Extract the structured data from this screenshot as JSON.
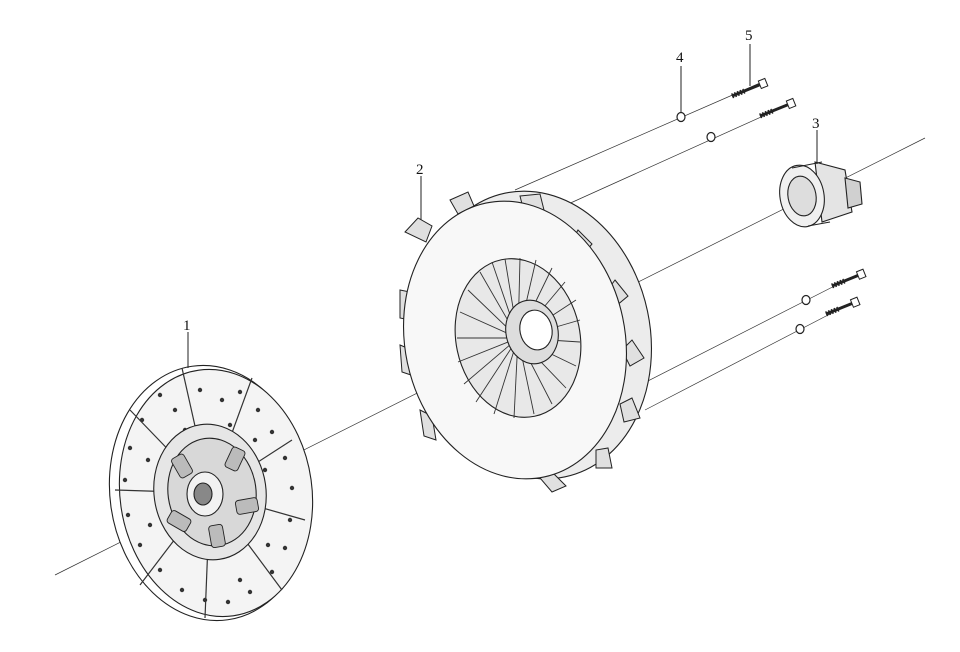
{
  "diagram": {
    "callouts": [
      {
        "id": "1",
        "label": "1"
      },
      {
        "id": "2",
        "label": "2"
      },
      {
        "id": "3",
        "label": "3"
      },
      {
        "id": "4",
        "label": "4"
      },
      {
        "id": "5",
        "label": "5"
      }
    ],
    "line_color": "#222222",
    "background": "#ffffff"
  }
}
